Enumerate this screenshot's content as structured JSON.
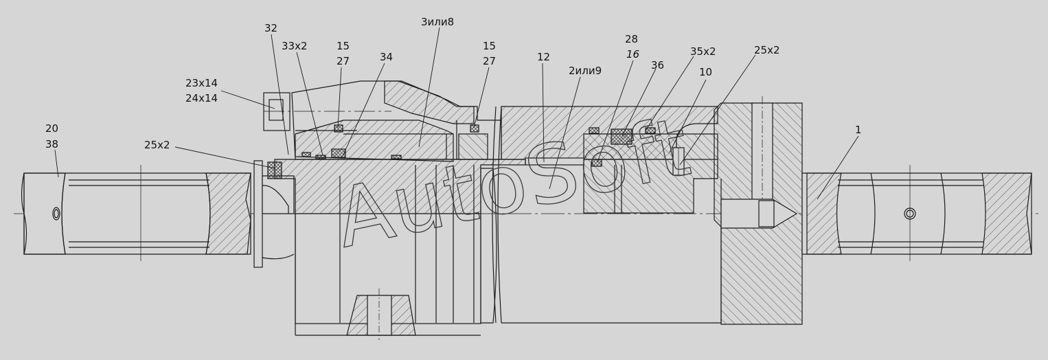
{
  "labels": {
    "l20": "20",
    "l38": "38",
    "l32": "32",
    "l33x2": "33х2",
    "l15a": "15",
    "l27a": "27",
    "l34": "34",
    "l3ili8": "3или8",
    "l15b": "15",
    "l27b": "27",
    "l12": "12",
    "l2ili9": "2или9",
    "l28": "28",
    "l16": "16",
    "l36": "36",
    "l35x2": "35х2",
    "l10": "10",
    "l25x2_right": "25х2",
    "l1": "1",
    "l23x14": "23х14",
    "l24x14": "24х14",
    "l25x2_left": "25х2"
  },
  "watermark": "AutoSoft",
  "colors": {
    "background": "#d6d6d6",
    "line": "#1a1a1a",
    "seal_fill": "#8a8a8a"
  }
}
